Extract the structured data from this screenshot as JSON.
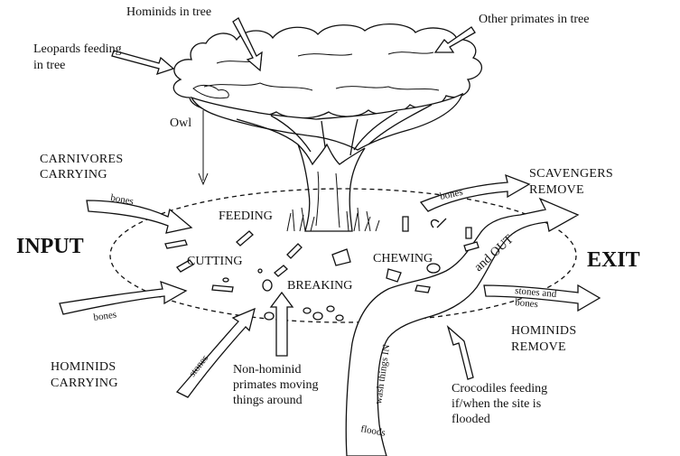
{
  "labels": {
    "hominids_in_tree": "Hominids in tree",
    "other_primates_in_tree": "Other primates in tree",
    "leopards_line1": "Leopards feeding",
    "leopards_line2": "in tree",
    "owl": "Owl",
    "carnivores_line1": "CARNIVORES",
    "carnivores_line2": "CARRYING",
    "scavengers_line1": "SCAVENGERS",
    "scavengers_line2": "REMOVE",
    "input": "INPUT",
    "exit": "EXIT",
    "feeding": "FEEDING",
    "cutting": "CUTTING",
    "chewing": "CHEWING",
    "breaking": "BREAKING",
    "bones_top_left": "bones",
    "bones_top_right": "bones",
    "bones_lower_left": "bones",
    "and_out": "and OUT",
    "stones_and_bones_line1": "stones and",
    "stones_and_bones_line2": "bones",
    "stones": "stones",
    "hominids_carrying_line1": "HOMINIDS",
    "hominids_carrying_line2": "CARRYING",
    "non_hominid_line1": "Non-hominid",
    "non_hominid_line2": "primates moving",
    "non_hominid_line3": "things around",
    "wash_things_in": "wash things IN",
    "floods": "floods",
    "hominids_remove_line1": "HOMINIDS",
    "hominids_remove_line2": "REMOVE",
    "crocodiles_line1": "Crocodiles feeding",
    "crocodiles_line2": "if/when the site is",
    "crocodiles_line3": "flooded"
  }
}
